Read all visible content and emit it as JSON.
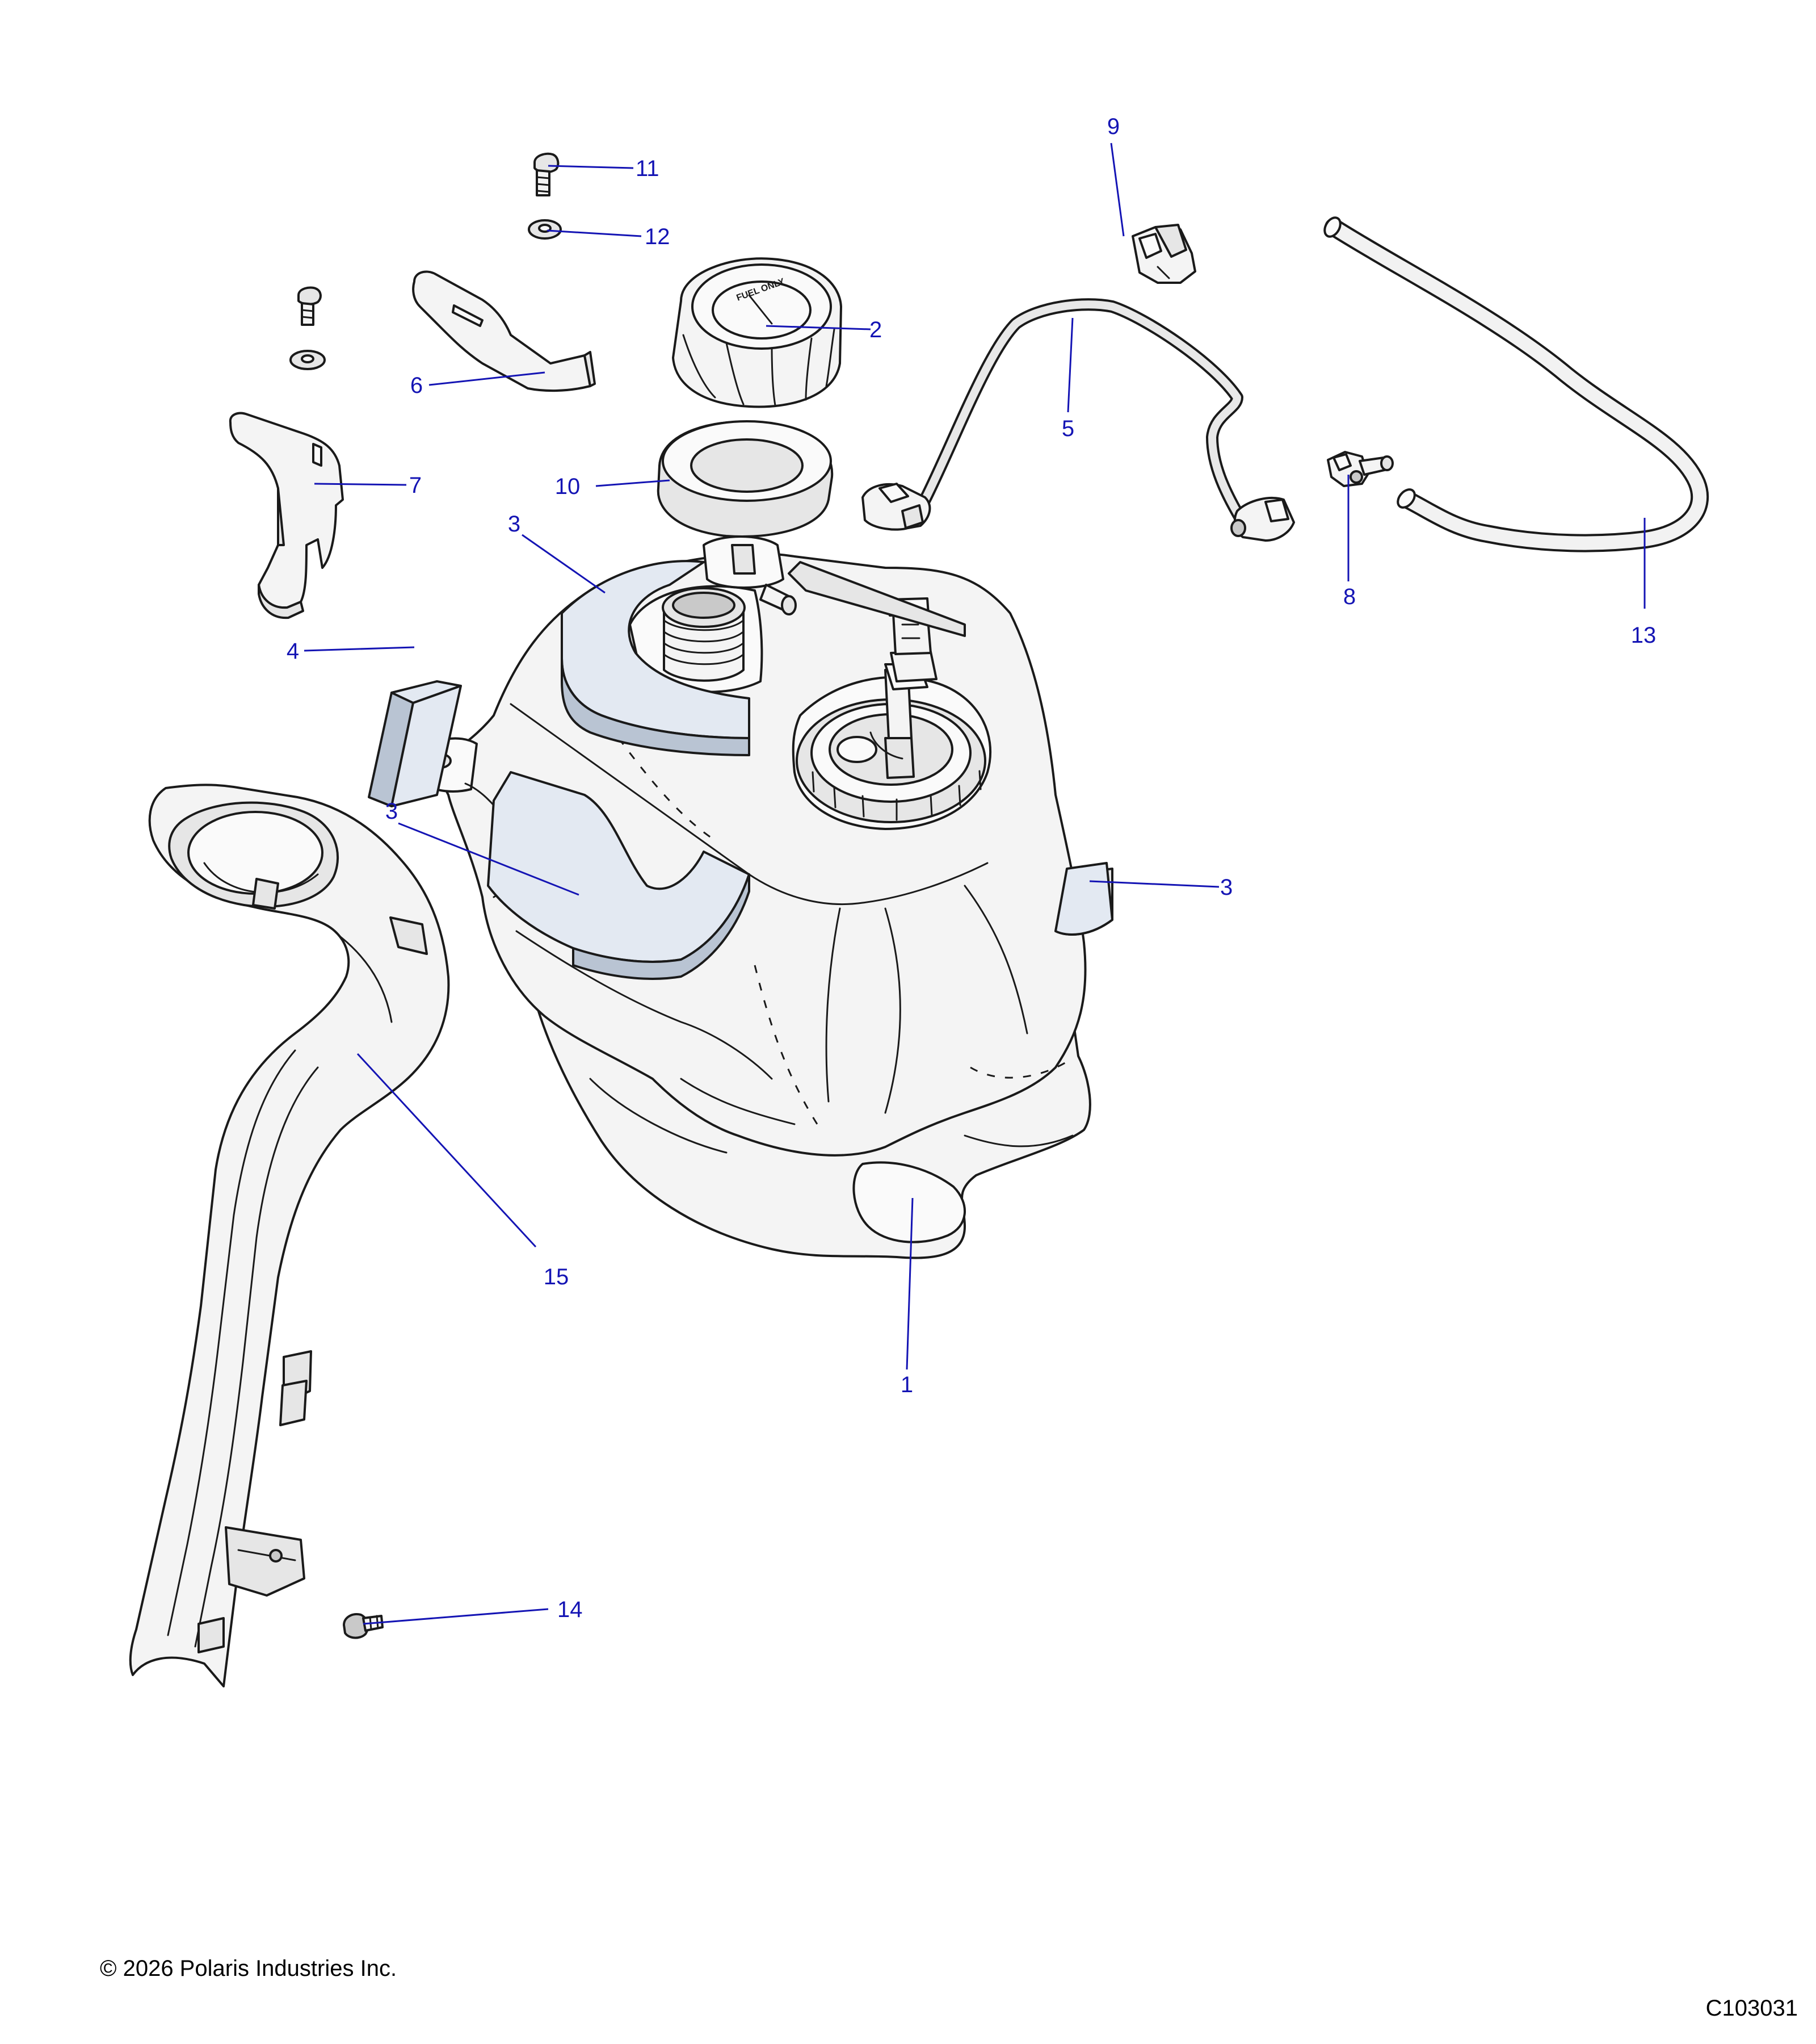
{
  "colors": {
    "callout": "#1414b4",
    "outline": "#1a1a1a",
    "part_fill": "#f4f4f4",
    "pad_fill": "#e3e9f2",
    "hose_fill": "#e8e8e8",
    "background": "#ffffff"
  },
  "parts": [
    {
      "id": "fuel-tank",
      "label": "1"
    },
    {
      "id": "fuel-cap",
      "label": "2"
    },
    {
      "id": "pad-top",
      "label": "3"
    },
    {
      "id": "pad-left",
      "label": "3"
    },
    {
      "id": "pad-right",
      "label": "3"
    },
    {
      "id": "pad-block",
      "label": "4"
    },
    {
      "id": "vent-line",
      "label": "5"
    },
    {
      "id": "bracket-6",
      "label": "6"
    },
    {
      "id": "bracket-7",
      "label": "7"
    },
    {
      "id": "connector-8",
      "label": "8"
    },
    {
      "id": "clip-9",
      "label": "9"
    },
    {
      "id": "seal-ring",
      "label": "10"
    },
    {
      "id": "bolt-11",
      "label": "11"
    },
    {
      "id": "washer-12",
      "label": "12"
    },
    {
      "id": "hose-13",
      "label": "13"
    },
    {
      "id": "bolt-14",
      "label": "14"
    },
    {
      "id": "support-15",
      "label": "15"
    }
  ],
  "cap_text": "FUEL ONLY",
  "copyright": "© 2026 Polaris Industries Inc.",
  "diagram_code": "C103031"
}
